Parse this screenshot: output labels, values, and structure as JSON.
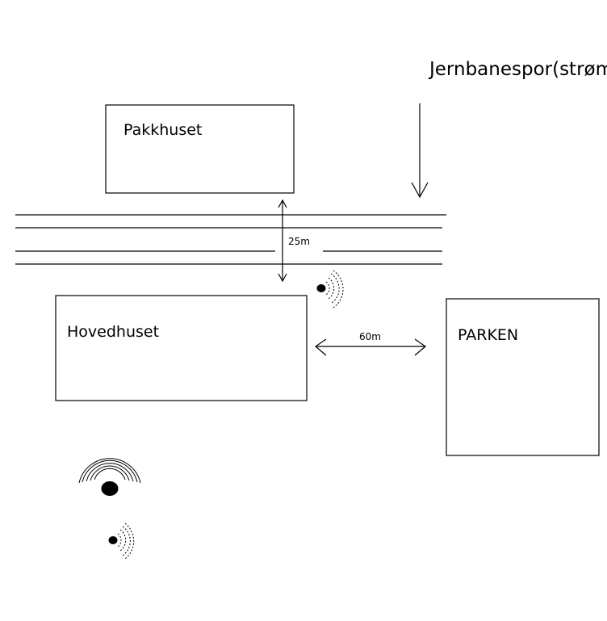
{
  "title": "Jernbanespor(strøm)",
  "buildings": {
    "pakkhuset": "Pakkhuset",
    "hovedhuset": "Hovedhuset",
    "parken": "PARKEN"
  },
  "distances": {
    "track_crossing": "25m",
    "to_park": "60m"
  },
  "icons": {
    "signal_small_top": "sound-source-icon",
    "signal_large": "sound-source-icon",
    "signal_small_bottom": "sound-source-icon"
  },
  "colors": {
    "ink": "#000000",
    "background": "#ffffff"
  }
}
